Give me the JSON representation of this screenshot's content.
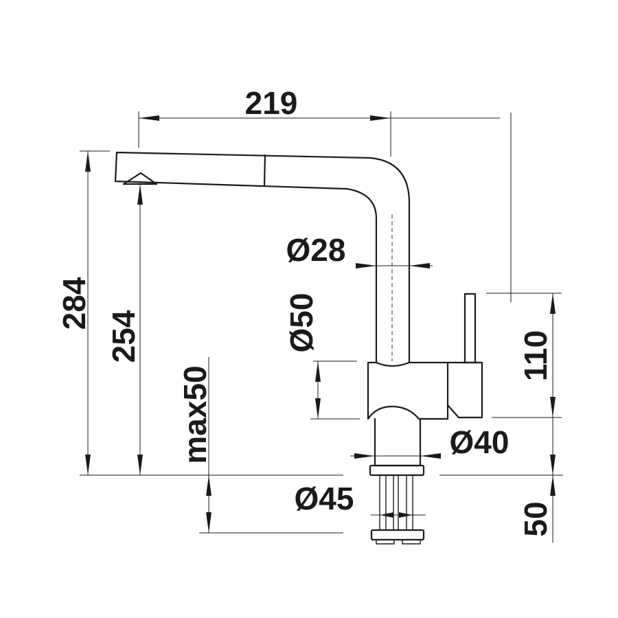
{
  "dimensions": {
    "width_total": "219",
    "height_total": "284",
    "height_spout": "254",
    "max_thickness": "max50",
    "dia_spout": "Ø28",
    "dia_body": "Ø50",
    "dia_base": "Ø40",
    "dia_shank": "Ø45",
    "height_lever": "110",
    "height_shank": "50"
  }
}
